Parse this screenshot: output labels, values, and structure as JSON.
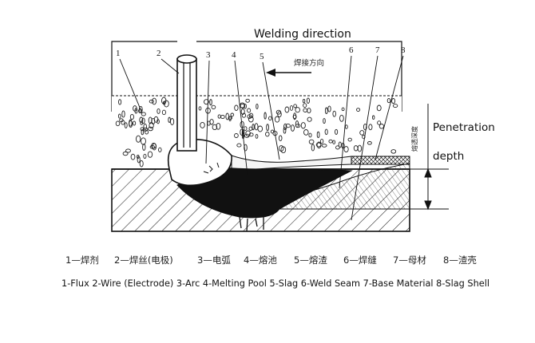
{
  "diagram": {
    "heading": "Welding direction",
    "direction_label_cn": "焊接方向",
    "penetration_label_line1": "Penetration",
    "penetration_label_line2": "depth",
    "penetration_label_cn": "熔透深度",
    "callouts": [
      "1",
      "2",
      "3",
      "4",
      "5",
      "6",
      "7",
      "8"
    ],
    "legend_cn": [
      "1—焊剂",
      "2—焊丝(电极)",
      "3—电弧",
      "4—熔池",
      "5—熔渣",
      "6—焊缝",
      "7—母材",
      "8—渣壳"
    ],
    "legend_en": "1-Flux 2-Wire (Electrode) 3-Arc 4-Melting Pool 5-Slag 6-Weld Seam 7-Base Material 8-Slag Shell"
  }
}
